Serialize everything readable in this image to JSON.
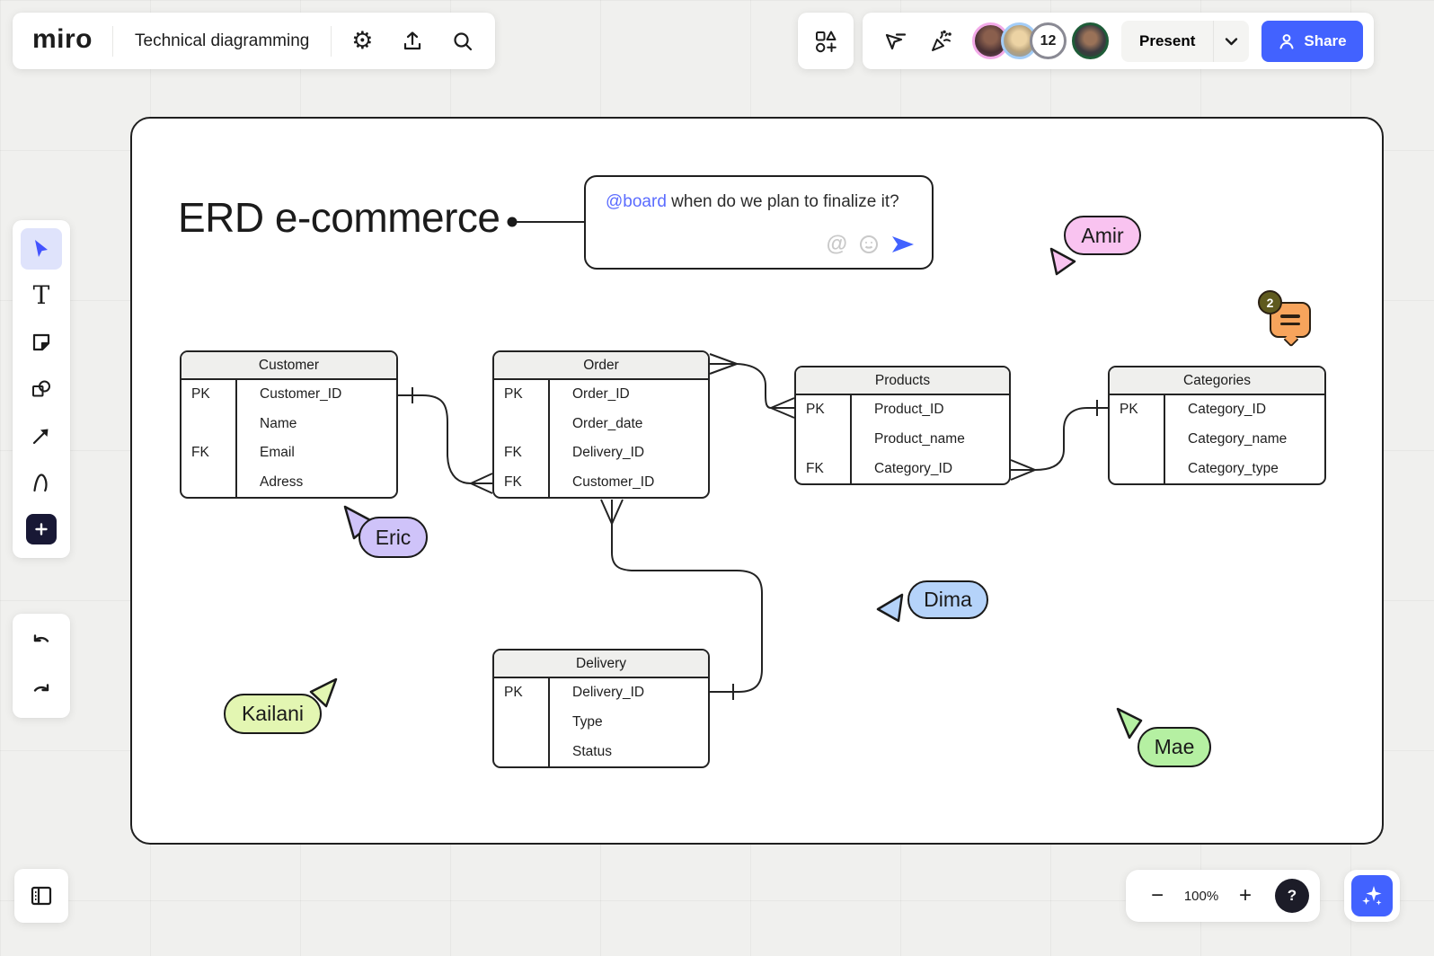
{
  "header": {
    "logo": "miro",
    "board_title": "Technical diagramming",
    "present_label": "Present",
    "share_label": "Share",
    "collaborators_more": "12"
  },
  "canvas": {
    "frame_title": "ERD e-commerce",
    "comment_box": {
      "mention": "@board",
      "text": " when do we plan to finalize it?"
    },
    "comment_thread_badge": "2",
    "entities": [
      {
        "name": "Customer",
        "rows": [
          [
            "PK",
            "Customer_ID"
          ],
          [
            "",
            "Name"
          ],
          [
            "FK",
            "Email"
          ],
          [
            "",
            "Adress"
          ]
        ]
      },
      {
        "name": "Order",
        "rows": [
          [
            "PK",
            "Order_ID"
          ],
          [
            "",
            "Order_date"
          ],
          [
            "FK",
            "Delivery_ID"
          ],
          [
            "FK",
            "Customer_ID"
          ]
        ]
      },
      {
        "name": "Products",
        "rows": [
          [
            "PK",
            "Product_ID"
          ],
          [
            "",
            "Product_name"
          ],
          [
            "FK",
            "Category_ID"
          ]
        ]
      },
      {
        "name": "Categories",
        "rows": [
          [
            "PK",
            "Category_ID"
          ],
          [
            "",
            "Category_name"
          ],
          [
            "",
            "Category_type"
          ]
        ]
      },
      {
        "name": "Delivery",
        "rows": [
          [
            "PK",
            "Delivery_ID"
          ],
          [
            "",
            "Type"
          ],
          [
            "",
            "Status"
          ]
        ]
      }
    ],
    "cursors": [
      {
        "name": "Amir",
        "color": "#f9c3f0"
      },
      {
        "name": "Eric",
        "color": "#cfc3f9"
      },
      {
        "name": "Dima",
        "color": "#b5d3fa"
      },
      {
        "name": "Kailani",
        "color": "#e3f6b2"
      },
      {
        "name": "Mae",
        "color": "#b5f0a2"
      }
    ]
  },
  "footer": {
    "zoom_level": "100%",
    "help_label": "?"
  },
  "colors": {
    "accent_blue": "#4262ff",
    "mention_blue": "#5b6cff",
    "comment_orange": "#f7a45c",
    "avatar_rings": [
      "#f2a9e8",
      "#a3cdf8",
      "#8a8a94",
      "#1e5c38"
    ]
  }
}
